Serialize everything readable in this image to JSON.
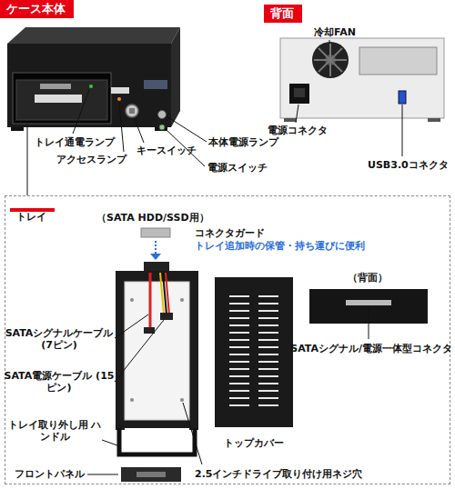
{
  "diagram": {
    "nodes": [
      {
        "text": [
          "ケース本体"
        ]
      },
      {
        "text": [
          "背面"
        ]
      },
      {
        "text": [
          "（SATA HDD/SSD用）"
        ]
      },
      {
        "text": [
          "トレイ"
        ],
        "in": 2
      }
    ],
    "labels": [
      "トレイ通電ランプ",
      "アクセスランプ",
      "キースイッチ",
      "電源スイッチ",
      "本体電源ランプ",
      "冷却FAN",
      "電源コネクタ",
      "USB3.0コネクタ",
      "コネクタガード",
      "トレイ追加時の保管・持ち運びに便利",
      "（背面）",
      "SATAシグナルケーブル (7ピン)",
      "SATA電源ケーブル (15ピン)",
      "トレイ取り外し用 ハンドル",
      "トップカバー",
      "SATAシグナル/電源一体型コネクタ",
      "フロントパネル",
      "2.5インチドライブ取り付け用ネジ穴"
    ]
  }
}
